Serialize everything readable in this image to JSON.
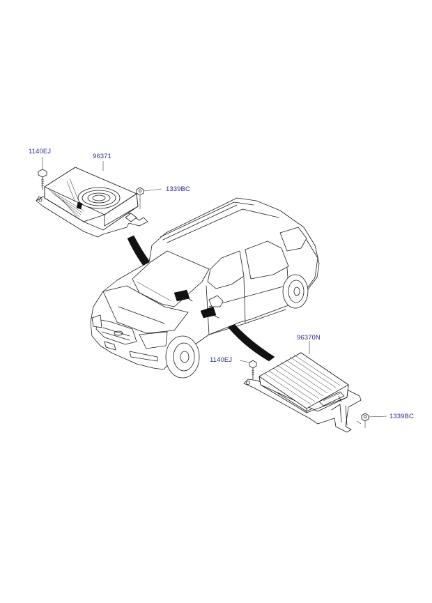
{
  "labels": {
    "speaker_bolt": "1140EJ",
    "speaker_unit": "96371",
    "speaker_nut": "1339BC",
    "amp_unit": "96370N",
    "amp_bolt": "1140EJ",
    "amp_nut": "1339BC"
  },
  "colors": {
    "label_text": "#2a2a8a",
    "line_art": "#1a1a1a",
    "background": "#ffffff"
  }
}
